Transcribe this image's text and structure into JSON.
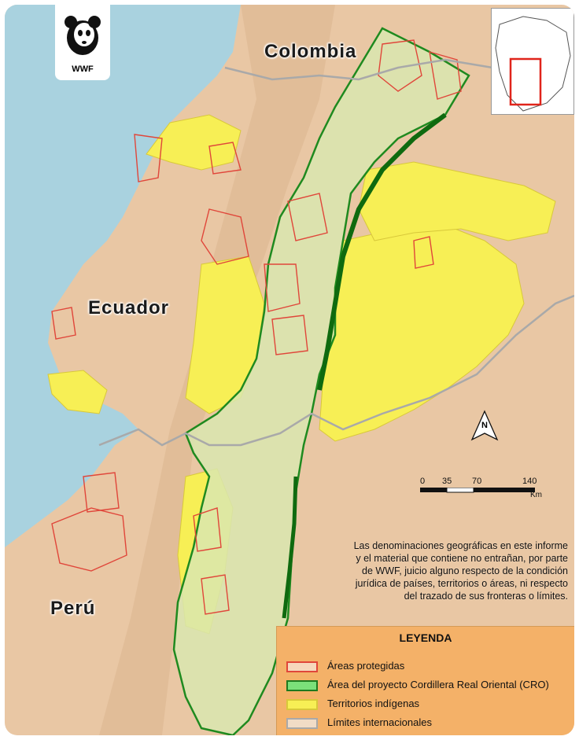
{
  "logo": {
    "text": "WWF"
  },
  "countries": {
    "colombia": "Colombia",
    "ecuador": "Ecuador",
    "peru": "Perú"
  },
  "compass": {
    "letter": "N"
  },
  "scale": {
    "ticks": [
      "0",
      "35",
      "70",
      "140"
    ],
    "unit": "Km"
  },
  "disclaimer": [
    "Las denominaciones geográficas en este informe",
    "y el material que contiene no entrañan, por parte",
    "de WWF, juicio alguno respecto de la condición",
    "jurídica de países, territorios o áreas, ni respecto",
    "del trazado de sus fronteras o límites."
  ],
  "legend": {
    "title": "LEYENDA",
    "items": [
      {
        "label": "Áreas protegidas",
        "fill": "#f6d8bd",
        "stroke": "#e0463a"
      },
      {
        "label": "Área del proyecto Cordillera Real Oriental (CRO)",
        "fill": "#7be07a",
        "stroke": "#1f7a1f"
      },
      {
        "label": "Territorios indígenas",
        "fill": "#f7ef55",
        "stroke": "#d8c83a"
      },
      {
        "label": "Límites internacionales",
        "fill": "#f1dcc6",
        "stroke": "#a9a9a9"
      }
    ]
  },
  "colors": {
    "ocean": "#a9d2df",
    "land": "#e9c7a4",
    "indigenous": "#f7ef55",
    "project_border": "#1f8a1f",
    "project_fill": "#d9e6b0",
    "protected": "#e0463a"
  }
}
